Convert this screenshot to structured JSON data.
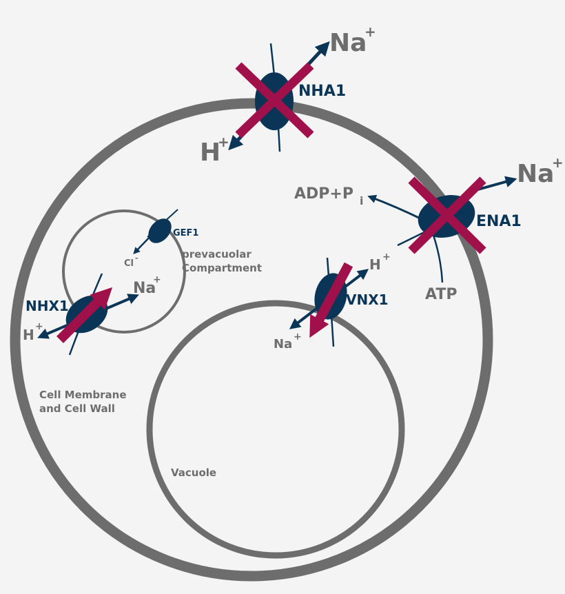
{
  "colors": {
    "background": "#f4f4f4",
    "membrane": "#6d6d6d",
    "transporter": "#0b3556",
    "arrow": "#0b3556",
    "block_cross": "#a0104a",
    "label_grey": "#6d6d6d",
    "label_navy": "#0b3556"
  },
  "compartments": {
    "cell": "Cell Membrane",
    "cell_line2": "and Cell Wall",
    "prevacuolar": "prevacuolar",
    "prevacuolar_line2": "Compartment",
    "vacuole": "Vacuole"
  },
  "transporters": {
    "nha1": {
      "name": "NHA1",
      "ion_out": "Na",
      "ion_out_sup": "+",
      "ion_in": "H",
      "ion_in_sup": "+",
      "status": "blocked"
    },
    "ena1": {
      "name": "ENA1",
      "ion_out": "Na",
      "ion_out_sup": "+",
      "product": "ADP+P",
      "product_sub": "i",
      "substrate": "ATP",
      "status": "blocked"
    },
    "gef1": {
      "name": "GEF1",
      "ion": "Cl",
      "ion_sup": "-"
    },
    "nhx1": {
      "name": "NHX1",
      "ion_a": "Na",
      "ion_a_sup": "+",
      "ion_b": "H",
      "ion_b_sup": "+",
      "status": "enhanced"
    },
    "vnx1": {
      "name": "VNX1",
      "ion_a": "H",
      "ion_a_sup": "+",
      "ion_b": "Na",
      "ion_b_sup": "+",
      "status": "enhanced"
    }
  }
}
